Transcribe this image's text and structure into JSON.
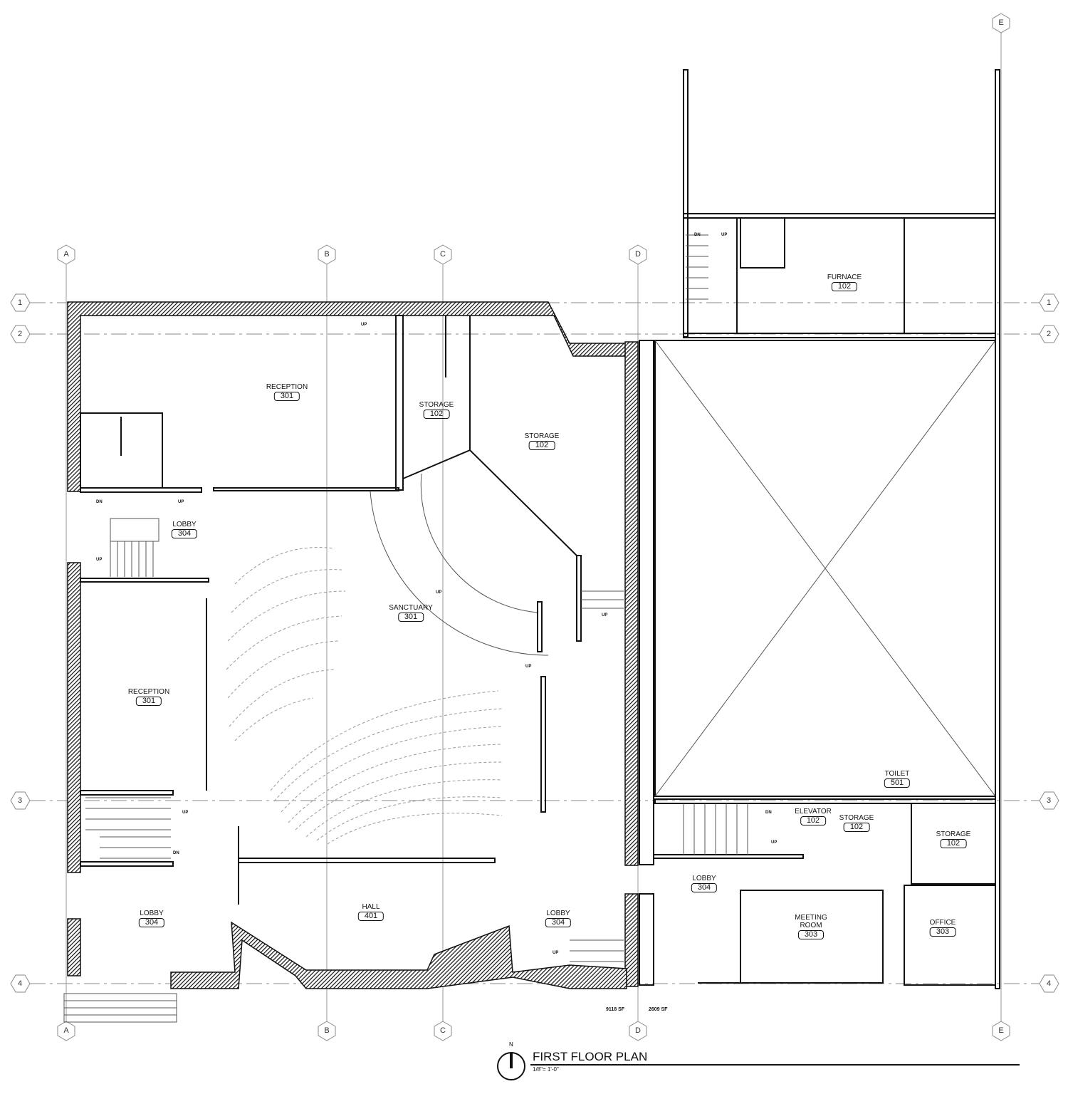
{
  "drawing": {
    "title": "FIRST FLOOR PLAN",
    "scale": "1/8\"= 1'-0\"",
    "north_label": "N",
    "areas": [
      "9118 SF",
      "2609 SF"
    ]
  },
  "grid": {
    "columns": [
      "A",
      "B",
      "C",
      "D",
      "E"
    ],
    "rows": [
      "1",
      "2",
      "3",
      "4"
    ]
  },
  "rooms": [
    {
      "name": "RECEPTION",
      "number": "301"
    },
    {
      "name": "STORAGE",
      "number": "102"
    },
    {
      "name": "STORAGE",
      "number": "102"
    },
    {
      "name": "LOBBY",
      "number": "304"
    },
    {
      "name": "SANCTUARY",
      "number": "301"
    },
    {
      "name": "RECEPTION",
      "number": "301"
    },
    {
      "name": "LOBBY",
      "number": "304"
    },
    {
      "name": "HALL",
      "number": "401"
    },
    {
      "name": "LOBBY",
      "number": "304"
    },
    {
      "name": "FURNACE",
      "number": "102"
    },
    {
      "name": "TOILET",
      "number": "501"
    },
    {
      "name": "ELEVATOR",
      "number": "102"
    },
    {
      "name": "STORAGE",
      "number": "102"
    },
    {
      "name": "STORAGE",
      "number": "102"
    },
    {
      "name": "LOBBY",
      "number": "304"
    },
    {
      "name": "MEETING ROOM",
      "number": "303"
    },
    {
      "name": "OFFICE",
      "number": "303"
    }
  ],
  "stair_notes": {
    "up": "UP",
    "dn": "DN"
  }
}
